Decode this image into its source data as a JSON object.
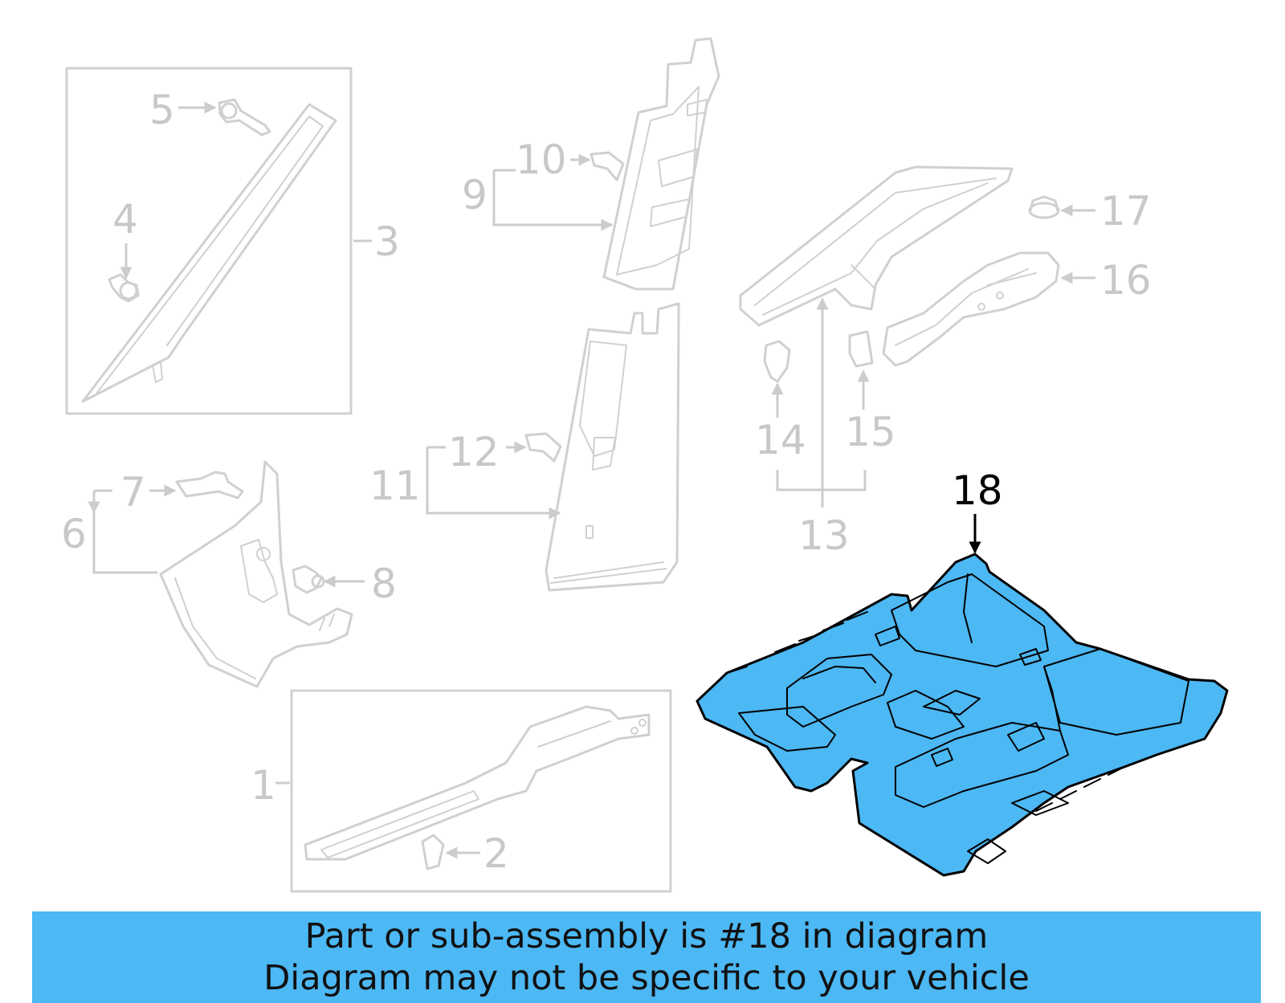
{
  "colors": {
    "highlight": "#4cb8f4",
    "faded_parts": "#cccccc",
    "highlight_outline": "#000000"
  },
  "callouts": {
    "c1": "1",
    "c2": "2",
    "c3": "3",
    "c4": "4",
    "c5": "5",
    "c6": "6",
    "c7": "7",
    "c8": "8",
    "c9": "9",
    "c10": "10",
    "c11": "11",
    "c12": "12",
    "c13": "13",
    "c14": "14",
    "c15": "15",
    "c16": "16",
    "c17": "17",
    "c18": "18"
  },
  "highlighted_part": "18",
  "banner": {
    "line1": "Part or sub-assembly is #18 in diagram",
    "line2": "Diagram may not be specific to your vehicle"
  }
}
